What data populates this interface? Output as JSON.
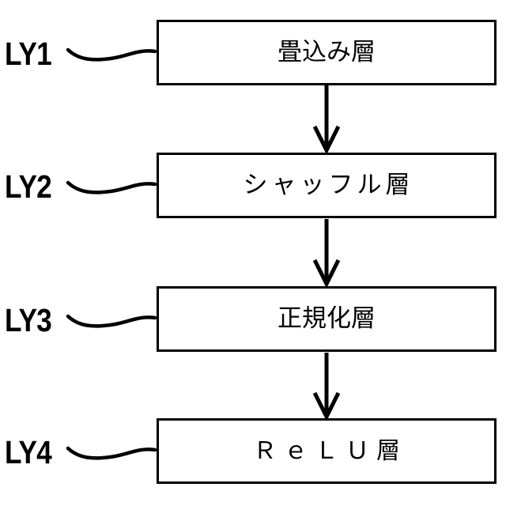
{
  "diagram": {
    "type": "flow-diagram",
    "orientation": "vertical",
    "background_color": "#ffffff",
    "line_color": "#000000",
    "nodes": [
      {
        "tag": "LY1",
        "label": "畳込み層",
        "style": "normal"
      },
      {
        "tag": "LY2",
        "label": "シャッフル層",
        "style": "spaced"
      },
      {
        "tag": "LY3",
        "label": "正規化層",
        "style": "normal"
      },
      {
        "tag": "LY4",
        "label": "ＲｅＬＵ層",
        "style": "relu"
      }
    ],
    "connectors": [
      {
        "from": "LY1",
        "to": "LY2",
        "kind": "down-arrow"
      },
      {
        "from": "LY2",
        "to": "LY3",
        "kind": "down-arrow"
      },
      {
        "from": "LY3",
        "to": "LY4",
        "kind": "down-arrow"
      }
    ],
    "leaders": [
      {
        "tag": "LY1",
        "kind": "wavy-leader-line"
      },
      {
        "tag": "LY2",
        "kind": "wavy-leader-line"
      },
      {
        "tag": "LY3",
        "kind": "wavy-leader-line"
      },
      {
        "tag": "LY4",
        "kind": "wavy-leader-line"
      }
    ]
  }
}
